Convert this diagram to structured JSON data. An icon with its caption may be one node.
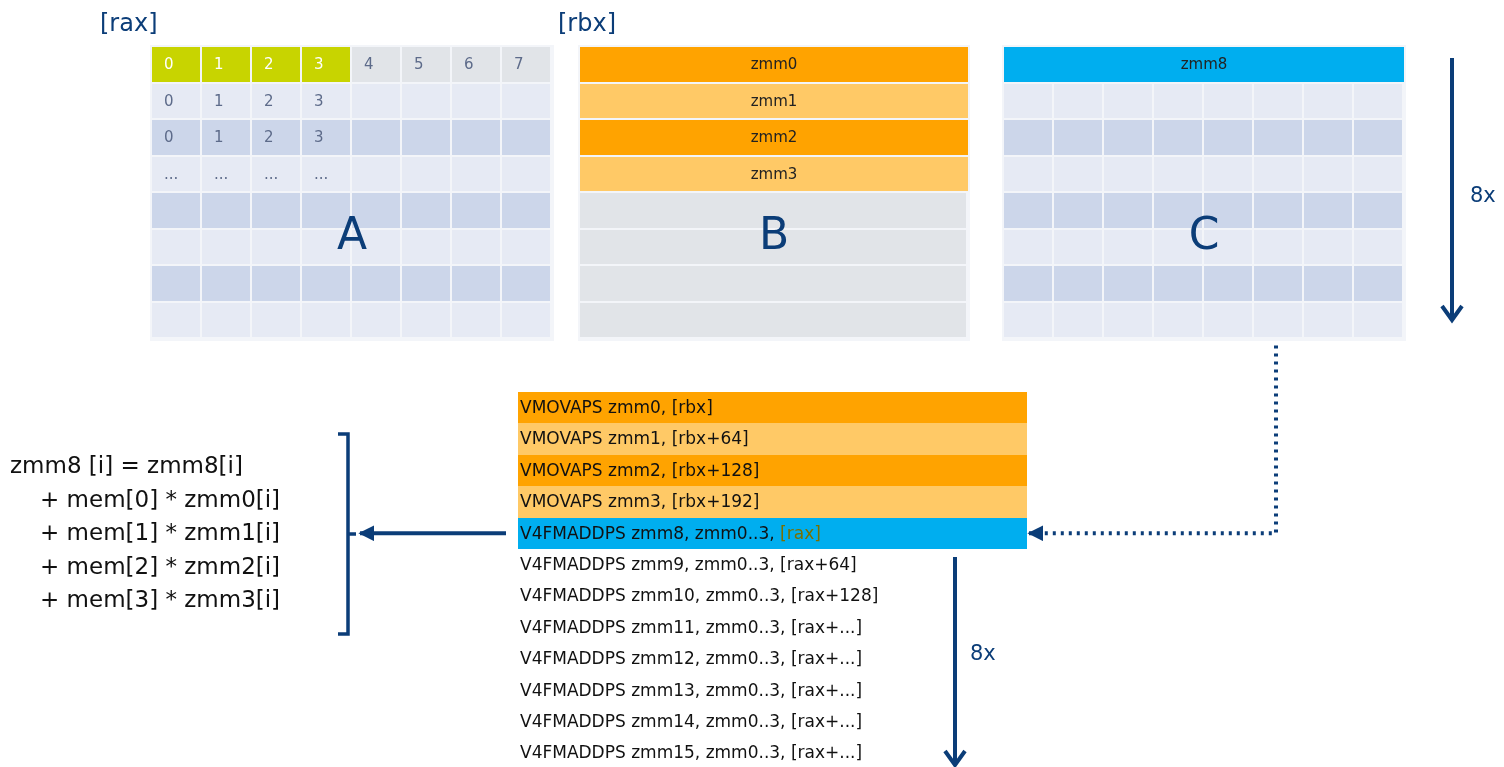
{
  "diagram": {
    "nodes": [
      {
        "text": [
          "A"
        ]
      },
      {
        "text": [
          "B"
        ]
      },
      {
        "text": [
          "zmm0"
        ],
        "in": 1
      },
      {
        "text": [
          "zmm1"
        ],
        "in": 1
      },
      {
        "text": [
          "zmm2"
        ],
        "in": 1
      },
      {
        "text": [
          "zmm3"
        ],
        "in": 1
      },
      {
        "text": [
          "C"
        ]
      },
      {
        "text": [
          "zmm8"
        ],
        "in": 6
      },
      {
        "text": [
          "VMOVAPS zmm0, [rbx]"
        ]
      },
      {
        "text": [
          "VMOVAPS zmm1, [rbx+64]"
        ]
      },
      {
        "text": [
          "VMOVAPS zmm2, [rbx+128]"
        ]
      },
      {
        "text": [
          "VMOVAPS zmm3, [rbx+192]"
        ]
      },
      {
        "text": [
          "V4FMADDPS zmm8, zmm0..3,",
          "[rax]"
        ]
      },
      {
        "text": [
          "V4FMADDPS zmm9, zmm0..3, [rax+64]"
        ]
      },
      {
        "text": [
          "V4FMADDPS zmm10, zmm0..3, [rax+128]"
        ]
      },
      {
        "text": [
          "V4FMADDPS zmm11, zmm0..3, [rax+...]"
        ]
      },
      {
        "text": [
          "V4FMADDPS zmm12, zmm0..3, [rax+...]"
        ]
      },
      {
        "text": [
          "V4FMADDPS zmm13, zmm0..3, [rax+...]"
        ]
      },
      {
        "text": [
          "V4FMADDPS zmm14, zmm0..3, [rax+...]"
        ]
      },
      {
        "text": [
          "V4FMADDPS zmm15, zmm0..3, [rax+...]"
        ]
      },
      {
        "text": [
          "zmm8 [i] = zmm8[i]",
          "+ mem[0] * zmm0[i]",
          "+ mem[1] * zmm1[i]",
          "+ mem[2] * zmm2[i]",
          "+ mem[3] * zmm3[i]"
        ]
      }
    ],
    "edges": [
      {
        "from": 7,
        "to": 12,
        "arrow": "to",
        "style": "dashed"
      },
      {
        "from": 12,
        "to": 20,
        "arrow": "to"
      }
    ],
    "labels": [
      "[rax]",
      "[rbx]",
      "0",
      "1",
      "2",
      "3",
      "4",
      "5",
      "6",
      "7",
      "0",
      "1",
      "2",
      "3",
      "0",
      "1",
      "2",
      "3",
      "...",
      "...",
      "...",
      "...",
      "8x",
      "8x"
    ]
  }
}
